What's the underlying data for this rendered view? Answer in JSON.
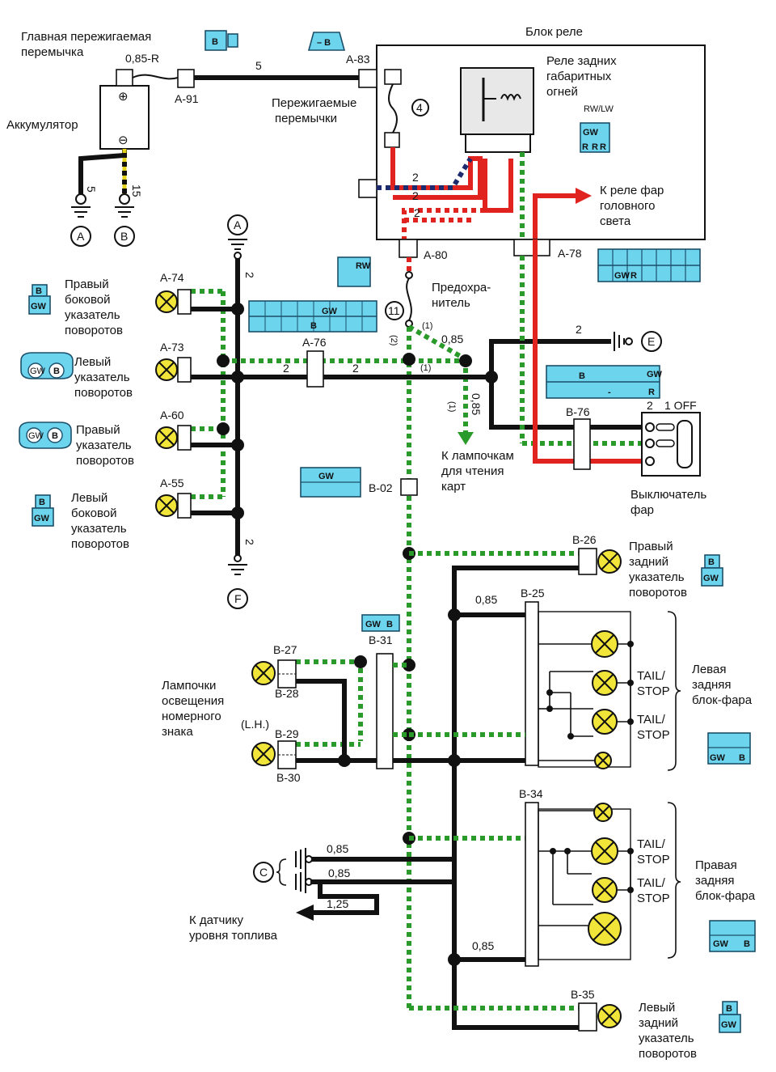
{
  "labels": {
    "main_fusible_link": "Главная пережигаемая\nперемычка",
    "wire_085r": "0,85-R",
    "battery": "Аккумулятор",
    "relay_block": "Блок реле",
    "tail_relay": "Реле задних\nгабаритных\nогней",
    "relay_code": "RW/LW",
    "fusible_links": "Пережигаемые\nперемычки",
    "to_headlamp_relay": "К реле фар\nголовного\nсвета",
    "fuse": "Предохра-\nнитель",
    "to_map_lamps": "К лампочкам\nдля чтения\nкарт",
    "headlamp_switch": "Выключатель\nфар",
    "switch_pos": "1 OFF",
    "right_side_turn": "Правый\nбоковой\nуказатель\nповоротов",
    "left_turn": "Левый\nуказатель\nповоротов",
    "right_turn": "Правый\nуказатель\nповоротов",
    "left_side_turn": "Левый\nбоковой\nуказатель\nповоротов",
    "right_rear_turn": "Правый\nзадний\nуказатель\nповоротов",
    "left_rear_combo": "Левая\nзадняя\nблок-фара",
    "right_rear_combo": "Правая\nзадняя\nблок-фара",
    "license_lamps": "Лампочки\nосвещения\nномерного\nзнака",
    "lh": "(L.H.)",
    "to_fuel_sensor": "К датчику\nуровня топлива",
    "left_rear_turn": "Левый\nзадний\nуказатель\nповоротов",
    "tail_stop": "TAIL/\nSTOP"
  },
  "connectors": [
    "A-91",
    "A-83",
    "A-80",
    "A-78",
    "A-74",
    "A-73",
    "A-76",
    "A-60",
    "A-55",
    "B-76",
    "B-02",
    "B-26",
    "B-25",
    "B-27",
    "B-28",
    "B-29",
    "B-30",
    "B-31",
    "B-34",
    "B-35"
  ],
  "grounds": [
    "A",
    "B",
    "A",
    "E",
    "F",
    "C"
  ],
  "wire_sizes": {
    "w5": "5",
    "w15": "15",
    "w2": "2",
    "w085": "0,85",
    "w125": "1,25",
    "n1": "(1)",
    "n2": "(2)"
  },
  "fuse_number": "11",
  "link_number": "4",
  "colors": {
    "black": "#111111",
    "green": "#2a9a2a",
    "red": "#e0231e",
    "navy": "#1d2a6e",
    "yellow": "#e4d21a",
    "cyan": "#6dd4ee"
  },
  "codes": {
    "B": "B",
    "GW": "GW",
    "R": "R",
    "RW": "RW",
    "BGW": "– B",
    "RR": "R R"
  }
}
